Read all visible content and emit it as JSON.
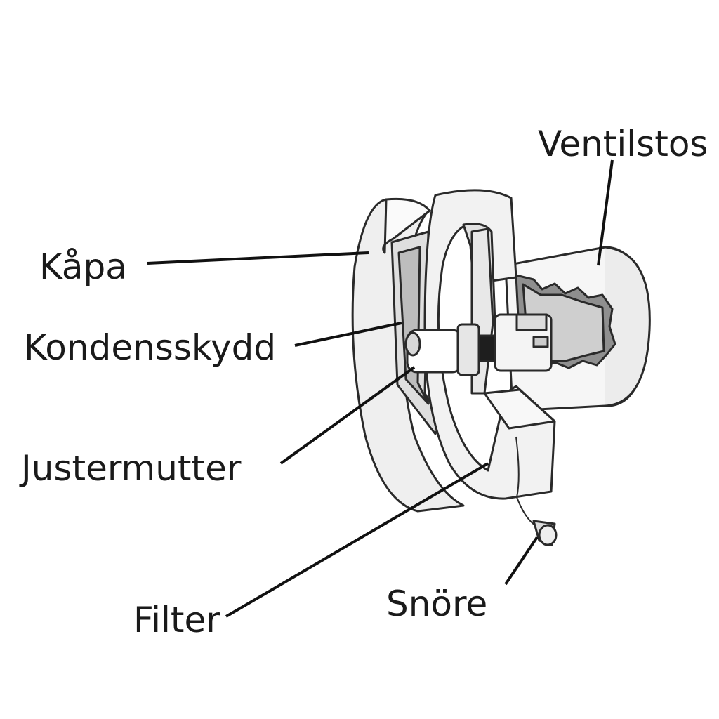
{
  "labels": {
    "kapa": "Kåpa",
    "kondensskydd": "Kondensskydd",
    "justermutter": "Justermutter",
    "filter": "Filter",
    "snore": "Snöre",
    "ventilstos": "Ventilstos"
  }
}
